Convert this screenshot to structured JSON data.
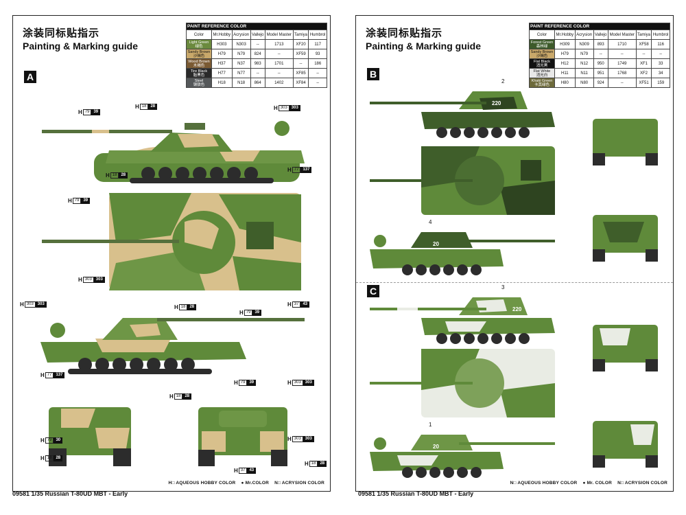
{
  "sheet_left": {
    "title_zh": "涂装同标贴指示",
    "title_en": "Painting & Marking guide",
    "section": "A",
    "legend": [
      "H□ AQUEOUS HOBBY COLOR",
      "● Mr.COLOR",
      "N□ ACRYSION COLOR"
    ],
    "codes": [
      {
        "h": "H",
        "a": "79",
        "b": "39"
      },
      {
        "h": "H",
        "a": "18",
        "b": "28"
      },
      {
        "h": "H",
        "a": "303",
        "b": "303"
      },
      {
        "h": "H",
        "a": "18",
        "b": "28"
      },
      {
        "h": "H",
        "a": "77",
        "b": "137"
      },
      {
        "h": "H",
        "a": "79",
        "b": "39"
      },
      {
        "h": "H",
        "a": "303",
        "b": "303"
      },
      {
        "h": "H",
        "a": "37",
        "b": "43"
      },
      {
        "h": "H",
        "a": "303",
        "b": "303"
      },
      {
        "h": "H",
        "a": "18",
        "b": "28"
      },
      {
        "h": "H",
        "a": "79",
        "b": "39"
      },
      {
        "h": "H",
        "a": "77",
        "b": "137"
      },
      {
        "h": "H",
        "a": "18",
        "b": "28"
      },
      {
        "h": "H",
        "a": "79",
        "b": "39"
      },
      {
        "h": "H",
        "a": "303",
        "b": "303"
      },
      {
        "h": "H",
        "a": "79",
        "b": "30"
      },
      {
        "h": "H",
        "a": "303",
        "b": "303"
      },
      {
        "h": "H",
        "a": "18",
        "b": "28"
      },
      {
        "h": "H",
        "a": "37",
        "b": "43"
      },
      {
        "h": "H",
        "a": "18",
        "b": "28"
      }
    ]
  },
  "ref_table": {
    "heading": "PAINT REFERENCE COLOR",
    "columns": [
      "Color",
      "Mr.Hobby",
      "Acrysion",
      "Vallejo",
      "Model Master",
      "Tamiya",
      "Humbrol"
    ],
    "rows_left": [
      {
        "name": "Light Green",
        "zh": "绿色",
        "hobby": "H303",
        "acry": "N303",
        "vallejo": "--",
        "mm": "1713",
        "tamiya": "XF20",
        "humbrol": "117",
        "swatch": "#6b8a3e"
      },
      {
        "name": "Sandy Brown",
        "zh": "沙褐色",
        "hobby": "H79",
        "acry": "N79",
        "vallejo": "824",
        "mm": "--",
        "tamiya": "XF59",
        "humbrol": "93",
        "swatch": "#c9a86a"
      },
      {
        "name": "Wood Brown",
        "zh": "木褐色",
        "hobby": "H37",
        "acry": "N37",
        "vallejo": "983",
        "mm": "1701",
        "tamiya": "--",
        "humbrol": "186",
        "swatch": "#7a5a33"
      },
      {
        "name": "Tire Black",
        "zh": "胎黑色",
        "hobby": "H77",
        "acry": "N77",
        "vallejo": "--",
        "mm": "--",
        "tamiya": "XF85",
        "humbrol": "--",
        "swatch": "#2a2a2a"
      },
      {
        "name": "Steel",
        "zh": "钢铁色",
        "hobby": "H18",
        "acry": "N18",
        "vallejo": "864",
        "mm": "1402",
        "tamiya": "XF84",
        "humbrol": "--",
        "swatch": "#55585a"
      }
    ],
    "rows_right": [
      {
        "name": "Forest Green",
        "zh": "森林绿",
        "hobby": "H309",
        "acry": "N309",
        "vallejo": "893",
        "mm": "1710",
        "tamiya": "XF58",
        "humbrol": "116",
        "swatch": "#3d5a2a"
      },
      {
        "name": "Sandy Brown",
        "zh": "沙褐色",
        "hobby": "H79",
        "acry": "N79",
        "vallejo": "--",
        "mm": "--",
        "tamiya": "--",
        "humbrol": "--",
        "swatch": "#c9a86a"
      },
      {
        "name": "Flat Black",
        "zh": "消光黑",
        "hobby": "H12",
        "acry": "N12",
        "vallejo": "950",
        "mm": "1749",
        "tamiya": "XF1",
        "humbrol": "33",
        "swatch": "#111111"
      },
      {
        "name": "Flat White",
        "zh": "消光白",
        "hobby": "H11",
        "acry": "N11",
        "vallejo": "951",
        "mm": "1768",
        "tamiya": "XF2",
        "humbrol": "34",
        "swatch": "#e8e8e8"
      },
      {
        "name": "Khaki Green",
        "zh": "卡其绿色",
        "hobby": "H80",
        "acry": "N80",
        "vallejo": "924",
        "mm": "--",
        "tamiya": "XF51",
        "humbrol": "159",
        "swatch": "#6d6a3b"
      }
    ]
  },
  "sheet_right": {
    "title_zh": "涂装同标贴指示",
    "title_en": "Painting & Marking guide",
    "section_b": "B",
    "section_c": "C",
    "legend": [
      "N□ AQUEOUS HOBBY COLOR",
      "● Mr. COLOR",
      "N□ ACRYSION COLOR"
    ],
    "turret_numbers": [
      "220",
      "20",
      "220",
      "20"
    ],
    "callouts": [
      "2",
      "4",
      "3",
      "1"
    ]
  },
  "footer_left": "09581 1/35 Russian T-80UD MBT - Early",
  "footer_right": "09581 1/35 Russian T-80UD MBT - Early",
  "colors": {
    "green": "#5f8a3a",
    "dark_green": "#3f5e2a",
    "sand": "#d8c08c",
    "brown": "#8b6b3e",
    "white": "#e9ece4",
    "track": "#2c2c2c"
  }
}
